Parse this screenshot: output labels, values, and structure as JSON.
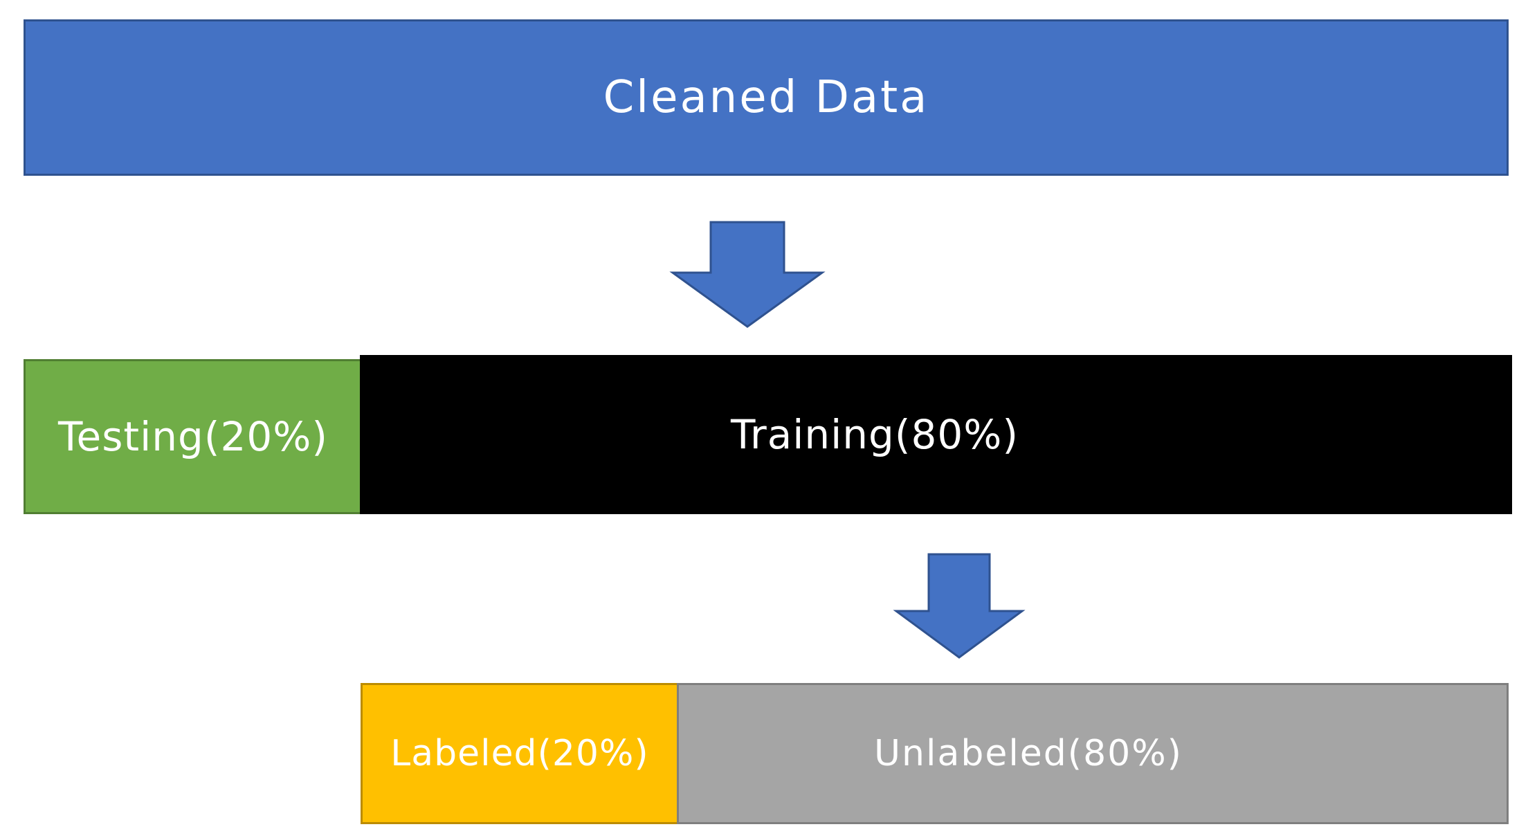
{
  "colors": {
    "blue": "#4472c4",
    "blue_border": "#2f528f",
    "green": "#70ad47",
    "black": "#000000",
    "gold": "#ffc000",
    "gray": "#a5a5a5"
  },
  "boxes": {
    "cleaned": {
      "label": "Cleaned Data",
      "color": "#4472c4"
    },
    "testing": {
      "label": "Testing(20%)",
      "color": "#70ad47"
    },
    "training": {
      "label": "Training(80%)",
      "color": "#000000"
    },
    "labeled": {
      "label": "Labeled(20%)",
      "color": "#ffc000"
    },
    "unlabeled": {
      "label": "Unlabeled(80%)",
      "color": "#a5a5a5"
    }
  },
  "arrows": [
    {
      "icon": "down-arrow-icon",
      "color": "#4472c4"
    },
    {
      "icon": "down-arrow-icon",
      "color": "#4472c4"
    }
  ]
}
